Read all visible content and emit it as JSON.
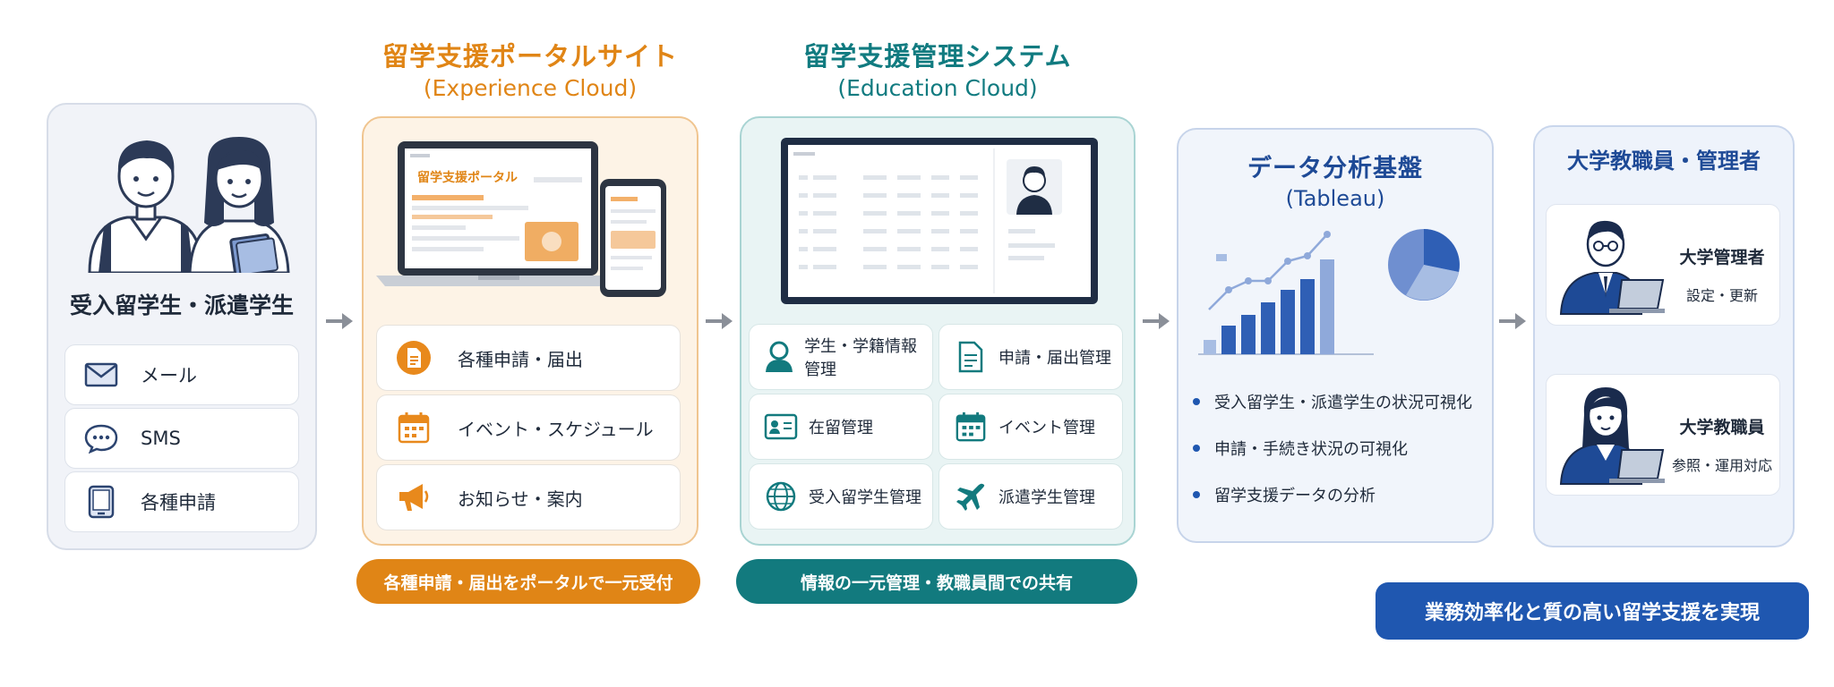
{
  "users": {
    "title": "受入留学生・派遣学生",
    "channels": [
      {
        "label": "メール",
        "icon": "mail-icon"
      },
      {
        "label": "SMS",
        "icon": "chat-bubble-icon"
      },
      {
        "label": "各種申請",
        "icon": "tablet-icon"
      }
    ]
  },
  "portal": {
    "title": "留学支援ポータルサイト",
    "subtitle": "(Experience Cloud)",
    "screen_title": "留学支援ポータル",
    "features": [
      {
        "label": "各種申請・届出",
        "icon": "document-icon"
      },
      {
        "label": "イベント・スケジュール",
        "icon": "calendar-icon"
      },
      {
        "label": "お知らせ・案内",
        "icon": "megaphone-icon"
      }
    ],
    "tagline": "各種申請・届出をポータルで一元受付"
  },
  "system": {
    "title": "留学支援管理システム",
    "subtitle": "(Education Cloud)",
    "features": [
      {
        "label": "学生・学籍情報管理",
        "icon": "person-icon"
      },
      {
        "label": "申請・届出管理",
        "icon": "document-icon"
      },
      {
        "label": "在留管理",
        "icon": "id-card-icon"
      },
      {
        "label": "イベント管理",
        "icon": "calendar-icon"
      },
      {
        "label": "受入留学生管理",
        "icon": "globe-icon"
      },
      {
        "label": "派遣学生管理",
        "icon": "airplane-icon"
      }
    ],
    "tagline": "情報の一元管理・教職員間での共有"
  },
  "analytics": {
    "title": "データ分析基盤",
    "subtitle": "(Tableau)",
    "points": [
      "受入留学生・派遣学生の状況可視化",
      "申請・手続き状況の可視化",
      "留学支援データの分析"
    ]
  },
  "staff": {
    "title": "大学教職員・管理者",
    "roles": [
      {
        "role": "大学管理者",
        "action": "設定・更新"
      },
      {
        "role": "大学教職員",
        "action": "参照・運用対応"
      }
    ]
  },
  "conclusion": "業務効率化と質の高い留学支援を実現",
  "colors": {
    "orange": "#e08516",
    "teal": "#127a7e",
    "navy": "#1e4a96",
    "blue": "#1f57b0"
  }
}
